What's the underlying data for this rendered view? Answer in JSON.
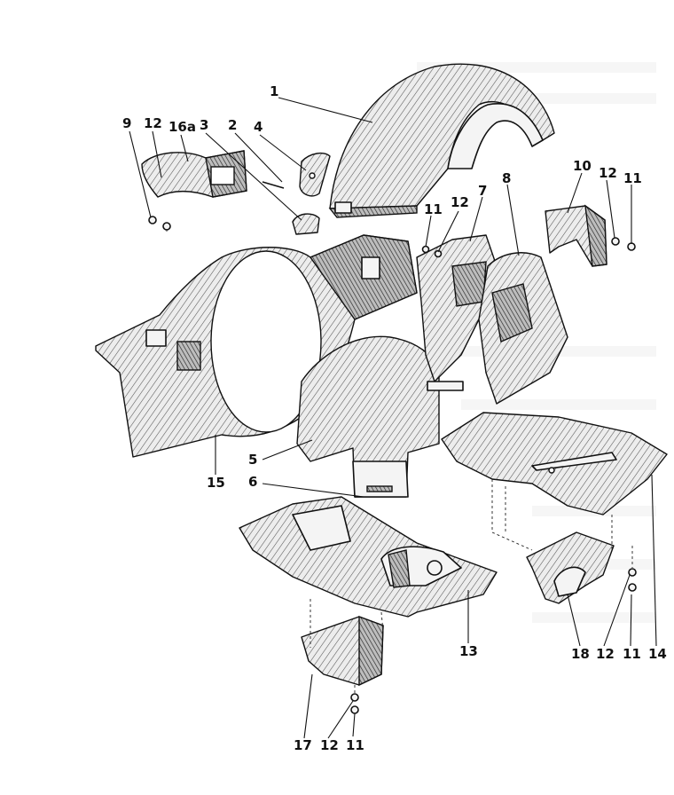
{
  "diagram": {
    "labels": [
      {
        "id": "l1",
        "text": "1"
      },
      {
        "id": "l2",
        "text": "2"
      },
      {
        "id": "l3",
        "text": "3"
      },
      {
        "id": "l4",
        "text": "4"
      },
      {
        "id": "l5",
        "text": "5"
      },
      {
        "id": "l6",
        "text": "6"
      },
      {
        "id": "l7",
        "text": "7"
      },
      {
        "id": "l8",
        "text": "8"
      },
      {
        "id": "l9",
        "text": "9"
      },
      {
        "id": "l10",
        "text": "10"
      },
      {
        "id": "l11a",
        "text": "11"
      },
      {
        "id": "l11b",
        "text": "11"
      },
      {
        "id": "l11c",
        "text": "11"
      },
      {
        "id": "l11d",
        "text": "11"
      },
      {
        "id": "l12a",
        "text": "12"
      },
      {
        "id": "l12b",
        "text": "12"
      },
      {
        "id": "l12c",
        "text": "12"
      },
      {
        "id": "l12d",
        "text": "12"
      },
      {
        "id": "l12e",
        "text": "12"
      },
      {
        "id": "l13",
        "text": "13"
      },
      {
        "id": "l14",
        "text": "14"
      },
      {
        "id": "l15",
        "text": "15"
      },
      {
        "id": "l16a",
        "text": "16a"
      },
      {
        "id": "l17",
        "text": "17"
      },
      {
        "id": "l18",
        "text": "18"
      }
    ]
  }
}
